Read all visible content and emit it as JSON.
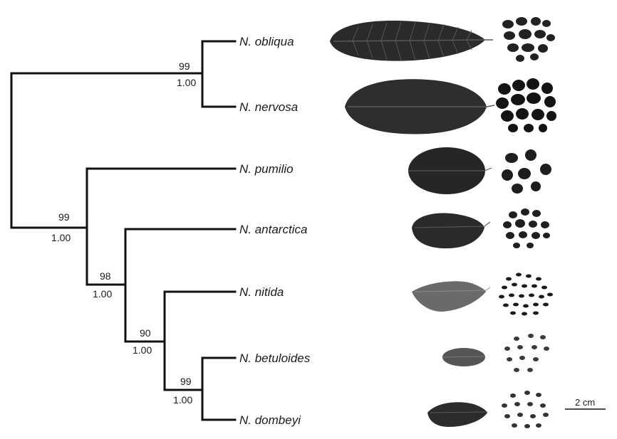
{
  "taxa": [
    {
      "label": "N. obliqua"
    },
    {
      "label": "N. nervosa"
    },
    {
      "label": "N. pumilio"
    },
    {
      "label": "N. antarctica"
    },
    {
      "label": "N. nitida"
    },
    {
      "label": "N. betuloides"
    },
    {
      "label": "N. dombeyi"
    }
  ],
  "nodes": [
    {
      "bootstrap": "99",
      "posterior": "1.00"
    },
    {
      "bootstrap": "99",
      "posterior": "1.00"
    },
    {
      "bootstrap": "98",
      "posterior": "1.00"
    },
    {
      "bootstrap": "90",
      "posterior": "1.00"
    },
    {
      "bootstrap": "99",
      "posterior": "1.00"
    }
  ],
  "scale_bar": {
    "label": "2 cm"
  },
  "colors": {
    "line": "#111111",
    "leaf_dark": "#2b2b2b",
    "leaf_light": "#6a6a6a"
  }
}
